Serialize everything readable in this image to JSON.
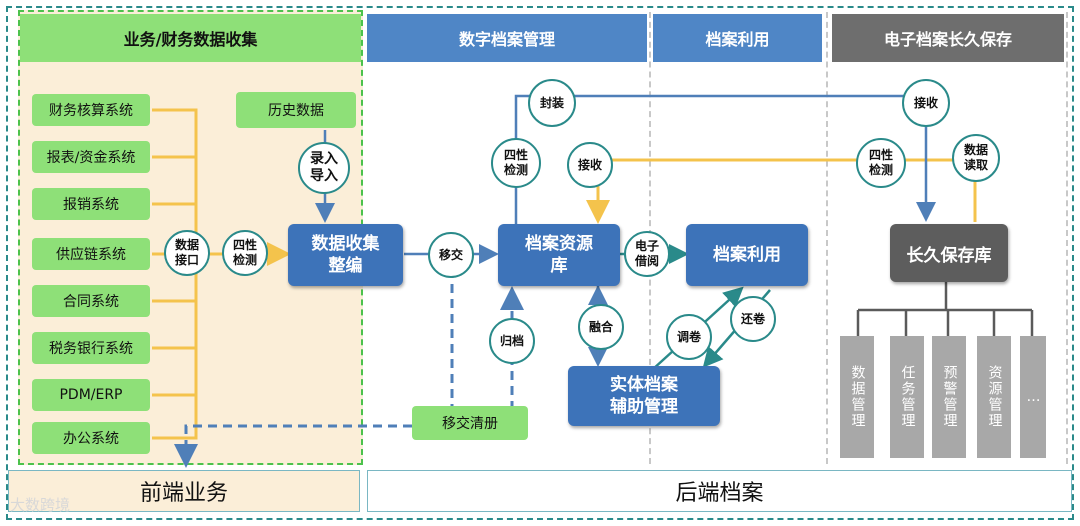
{
  "headers": {
    "collection": "业务/财务数据收集",
    "digital_mgmt": "数字档案管理",
    "utilization": "档案利用",
    "long_term": "电子档案长久保存"
  },
  "source_systems": [
    "财务核算系统",
    "报表/资金系统",
    "报销系统",
    "供应链系统",
    "合同系统",
    "税务银行系统",
    "PDM/ERP",
    "办公系统"
  ],
  "history_data": "历史数据",
  "nodes": {
    "collect": "数据收集\n整编",
    "repository": "档案资源\n库",
    "utilize": "档案利用",
    "physical": "实体档案\n辅助管理",
    "transfer_list": "移交清册",
    "long_store": "长久保存库"
  },
  "circles": {
    "data_interface": "数据\n接口",
    "four_check_1": "四性\n检测",
    "import": "录入\n导入",
    "transfer": "移交",
    "seal": "封装",
    "four_check_2": "四性\n检测",
    "receive_1": "接收",
    "e_borrow": "电子\n借阅",
    "fuse": "融合",
    "archive": "归档",
    "retrieve": "调卷",
    "return": "还卷",
    "receive_2": "接收",
    "four_check_3": "四性\n检测",
    "data_read": "数据\n读取"
  },
  "storage_functions": [
    "数据管理",
    "任务管理",
    "预警管理",
    "资源管理",
    "…"
  ],
  "footer": {
    "front": "前端业务",
    "back": "后端档案"
  },
  "watermark": "大数跨境",
  "colors": {
    "line_yellow": "#f4c34c",
    "line_blue": "#4f7fb8",
    "line_teal": "#2a8a8a",
    "green": "#8ee078",
    "blue": "#3d73b9",
    "gray": "#a8a8a8",
    "dark": "#5d5d5d"
  }
}
